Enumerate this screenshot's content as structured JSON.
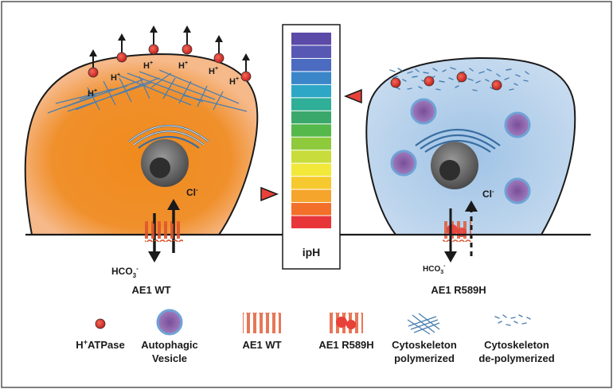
{
  "figure": {
    "ph_scale": {
      "label": "ipH",
      "colors": [
        "#e8353a",
        "#f2702a",
        "#f5a52b",
        "#f6c92e",
        "#f2e83a",
        "#c8dd3b",
        "#8fca3d",
        "#55b84a",
        "#3aa86a",
        "#2fae98",
        "#2ea6c6",
        "#3a86c9",
        "#4a6bc0",
        "#5757b4",
        "#5c4aa8"
      ]
    },
    "cells": {
      "wt": {
        "name": "AE1 WT",
        "proton_label": "H",
        "proton_sup": "+",
        "chloride_label": "Cl",
        "chloride_sup": "-",
        "bicarbonate_label": "HCO",
        "bicarbonate_sub": "3",
        "bicarbonate_sup": "-"
      },
      "mutant": {
        "name": "AE1 R589H",
        "chloride_label": "Cl",
        "chloride_sup": "-",
        "bicarbonate_label": "HCO",
        "bicarbonate_sub": "3",
        "bicarbonate_sup": "-"
      }
    },
    "legend": [
      {
        "icon": "h-atpase-icon",
        "line1": "H",
        "line1_sup": "+",
        "line1_rest": "ATPase",
        "line2": ""
      },
      {
        "icon": "autophagic-vesicle-icon",
        "line1": "Autophagic",
        "line2": "Vesicle"
      },
      {
        "icon": "ae1-wt-icon",
        "line1": "AE1 WT",
        "line2": ""
      },
      {
        "icon": "ae1-r589h-icon",
        "line1": "AE1 R589H",
        "line2": ""
      },
      {
        "icon": "cytoskeleton-polymerized-icon",
        "line1": "Cytoskeleton",
        "line2": "polymerized"
      },
      {
        "icon": "cytoskeleton-depolymerized-icon",
        "line1": "Cytoskeleton",
        "line2": "de-polymerized"
      }
    ],
    "colors": {
      "wt_cell_fill": "#ef8a24",
      "mutant_cell_fill": "#a9c8e8",
      "atpase_fill": "#e8413a",
      "vesicle_fill": "#8a63a8",
      "transporter": "#e0552e",
      "cytoskeleton": "#4a7fb0"
    }
  }
}
